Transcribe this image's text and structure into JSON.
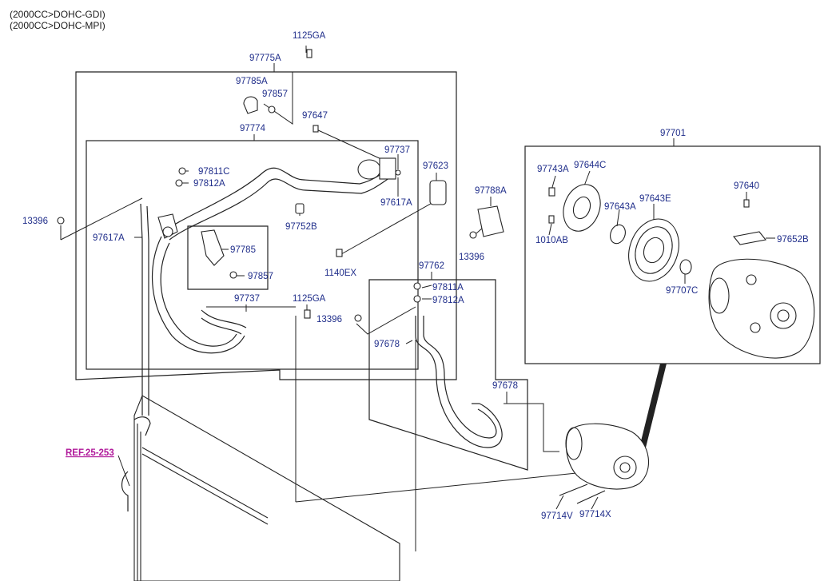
{
  "header": {
    "line1": "(2000CC>DOHC-GDI)",
    "line2": "(2000CC>DOHC-MPI)"
  },
  "reference": "REF.25-253",
  "labels": {
    "p1125GA_top": "1125GA",
    "p97775A": "97775A",
    "p97785A": "97785A",
    "p97857_top": "97857",
    "p97774": "97774",
    "p97647": "97647",
    "p97737_top": "97737",
    "p97623": "97623",
    "p97811C": "97811C",
    "p97812A_top": "97812A",
    "p97617A_right": "97617A",
    "p97788A": "97788A",
    "p13396_left": "13396",
    "p97752B": "97752B",
    "p97617A_left": "97617A",
    "p97785": "97785",
    "p13396_mid": "13396",
    "p1140EX": "1140EX",
    "p97857_mid": "97857",
    "p97762": "97762",
    "p97811A": "97811A",
    "p97812A_mid": "97812A",
    "p97737_mid": "97737",
    "p1125GA_mid": "1125GA",
    "p13396_lower": "13396",
    "p97678_left": "97678",
    "p97678_right": "97678",
    "p97701": "97701",
    "p97743A": "97743A",
    "p97644C": "97644C",
    "p97640": "97640",
    "p97643A": "97643A",
    "p97643E": "97643E",
    "p1010AB": "1010AB",
    "p97652B": "97652B",
    "p97707C": "97707C",
    "p97714V": "97714V",
    "p97714X": "97714X"
  }
}
